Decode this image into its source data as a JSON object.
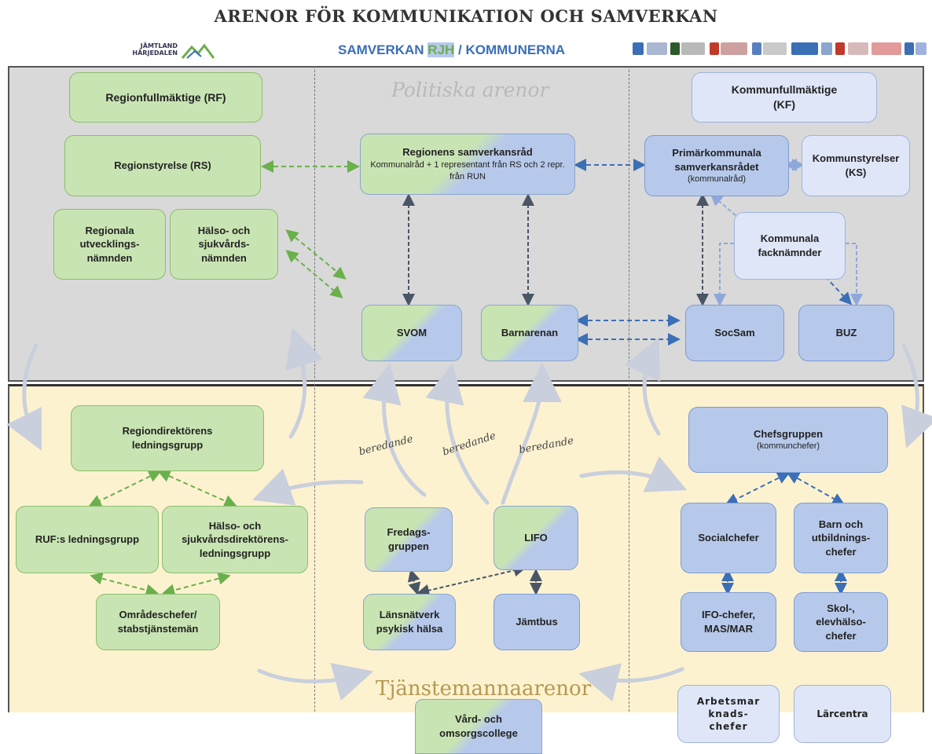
{
  "header": {
    "title": "ARENOR FÖR KOMMUNIKATION OCH SAMVERKAN",
    "sub_a": "SAMVERKAN ",
    "sub_b": "RJH",
    "sub_c": " / KOMMUNERNA",
    "logo_text": "JÄMTLAND HÄRJEDALEN"
  },
  "arenas": {
    "political": "Politiska arenor",
    "officials": "Tjänstemannaarenor"
  },
  "region_political": {
    "rf": "Regionfullmäktige (RF)",
    "rs": "Regionstyrelse (RS)",
    "run": "Regionala utvecklings-nämnden",
    "hsn": "Hälso- och sjukvårds-nämnden"
  },
  "center_political": {
    "council_title": "Regionens samverkansråd",
    "council_desc": "Kommunalråd + 1 representant från RS och 2 repr. från RUN",
    "svom": "SVOM",
    "barnarenan": "Barnarenan"
  },
  "muni_political": {
    "kf_line1": "Kommunfullmäktige",
    "kf_line2": "(KF)",
    "pk_line1": "Primärkommunala samverkansrådet",
    "pk_line2": "(kommunalråd)",
    "ks": "Kommunstyrelser (KS)",
    "facknamnder": "Kommunala facknämnder",
    "socsam": "SocSam",
    "buz": "BUZ"
  },
  "region_officials": {
    "rdl": "Regiondirektörens ledningsgrupp",
    "ruf": "RUF:s ledningsgrupp",
    "hsd": "Hälso- och sjukvårdsdirektörens-ledningsgrupp",
    "omr": "Områdeschefer/ stabstjänstemän"
  },
  "center_officials": {
    "fredag": "Fredags-gruppen",
    "lifo": "LIFO",
    "lansnatverk": "Länsnätverk psykisk hälsa",
    "jamtbus": "Jämtbus",
    "beredande1": "beredande",
    "beredande2": "beredande",
    "beredande3": "beredande"
  },
  "muni_officials": {
    "chef_line1": "Chefsgruppen",
    "chef_line2": "(kommunchefer)",
    "social": "Socialchefer",
    "barn": "Barn och utbildnings-chefer",
    "ifo": "IFO-chefer, MAS/MAR",
    "skol": "Skol-, elevhälso-chefer"
  },
  "outside": {
    "vard": "Vård- och omsorgscollege",
    "arbets": "Arbetsmar knads-chefer",
    "larcentra": "Lärcentra"
  },
  "colors": {
    "green_box": "#c9e4b3",
    "blue_box": "#b7c9eb",
    "light_blue_box": "#dfe6f7",
    "political_bg": "#d9d9d9",
    "officials_bg": "#fdf2d0"
  }
}
